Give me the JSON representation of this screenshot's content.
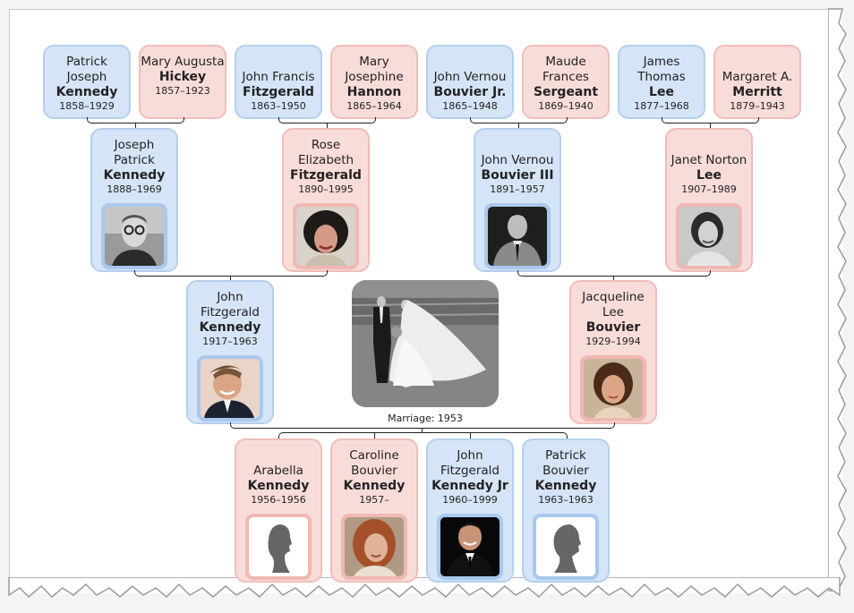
{
  "tree": {
    "great_grandparents": [
      {
        "given": "Patrick Joseph",
        "surname": "Kennedy",
        "years": "1858–1929",
        "gender": "male"
      },
      {
        "given": "Mary Augusta",
        "surname": "Hickey",
        "years": "1857–1923",
        "gender": "female"
      },
      {
        "given": "John Francis",
        "surname": "Fitzgerald",
        "years": "1863–1950",
        "gender": "male"
      },
      {
        "given": "Mary Josephine",
        "surname": "Hannon",
        "years": "1865–1964",
        "gender": "female"
      },
      {
        "given": "John Vernou",
        "surname": "Bouvier Jr.",
        "years": "1865–1948",
        "gender": "male"
      },
      {
        "given": "Maude Frances",
        "surname": "Sergeant",
        "years": "1869–1940",
        "gender": "female"
      },
      {
        "given": "James Thomas",
        "surname": "Lee",
        "years": "1877–1968",
        "gender": "male"
      },
      {
        "given": "Margaret A.",
        "surname": "Merritt",
        "years": "1879–1943",
        "gender": "female"
      }
    ],
    "grandparents": [
      {
        "given": "Joseph Patrick",
        "surname": "Kennedy",
        "years": "1888–1969",
        "gender": "male",
        "photo": "portrait-photo"
      },
      {
        "given": "Rose Elizabeth",
        "surname": "Fitzgerald",
        "years": "1890–1995",
        "gender": "female",
        "photo": "portrait-photo"
      },
      {
        "given": "John Vernou",
        "surname": "Bouvier III",
        "years": "1891–1957",
        "gender": "male",
        "photo": "portrait-photo"
      },
      {
        "given": "Janet Norton",
        "surname": "Lee",
        "years": "1907–1989",
        "gender": "female",
        "photo": "portrait-photo"
      }
    ],
    "couple": [
      {
        "given": "John Fitzgerald",
        "surname": "Kennedy",
        "years": "1917–1963",
        "gender": "male",
        "photo": "portrait-photo"
      },
      {
        "given": "Jacqueline Lee",
        "surname": "Bouvier",
        "years": "1929–1994",
        "gender": "female",
        "photo": "portrait-photo"
      }
    ],
    "marriage": {
      "label": "Marriage: 1953",
      "photo": "wedding-photo"
    },
    "children": [
      {
        "given": "Arabella",
        "surname": "Kennedy",
        "years": "1956–1956",
        "gender": "female",
        "photo": "silhouette-female"
      },
      {
        "given": "Caroline Bouvier",
        "surname": "Kennedy",
        "years": "1957–",
        "gender": "female",
        "photo": "portrait-photo"
      },
      {
        "given": "John Fitzgerald",
        "surname": "Kennedy Jr",
        "years": "1960–1999",
        "gender": "male",
        "photo": "portrait-photo"
      },
      {
        "given": "Patrick Bouvier",
        "surname": "Kennedy",
        "years": "1963–1963",
        "gender": "male",
        "photo": "silhouette-male"
      }
    ]
  },
  "colors": {
    "male_bg": "#d5e4f6",
    "male_border": "#b5cfee",
    "female_bg": "#f8dcda",
    "female_border": "#f0bdb9",
    "connector": "#222222"
  }
}
